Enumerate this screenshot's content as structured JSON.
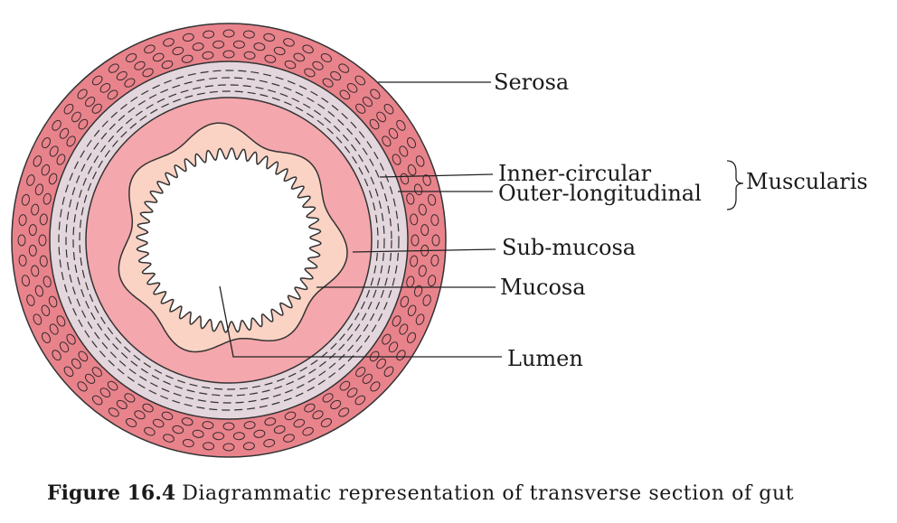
{
  "labels": {
    "serosa": "Serosa",
    "inner_circular": "Inner-circular",
    "outer_longitudinal": "Outer-longitudinal",
    "muscularis": "Muscularis",
    "sub_mucosa": "Sub-mucosa",
    "mucosa": "Mucosa",
    "lumen": "Lumen"
  },
  "caption": {
    "figure_number": "Figure 16.4",
    "text": "Diagrammatic representation of transverse section of gut"
  },
  "colors": {
    "serosa_fill": "#e8838c",
    "muscularis_fill": "#e3d6dc",
    "submucosa_fill": "#f4a7ac",
    "mucosa_fill": "#fbd3c4",
    "lumen_fill": "#ffffff",
    "line": "#222222"
  }
}
